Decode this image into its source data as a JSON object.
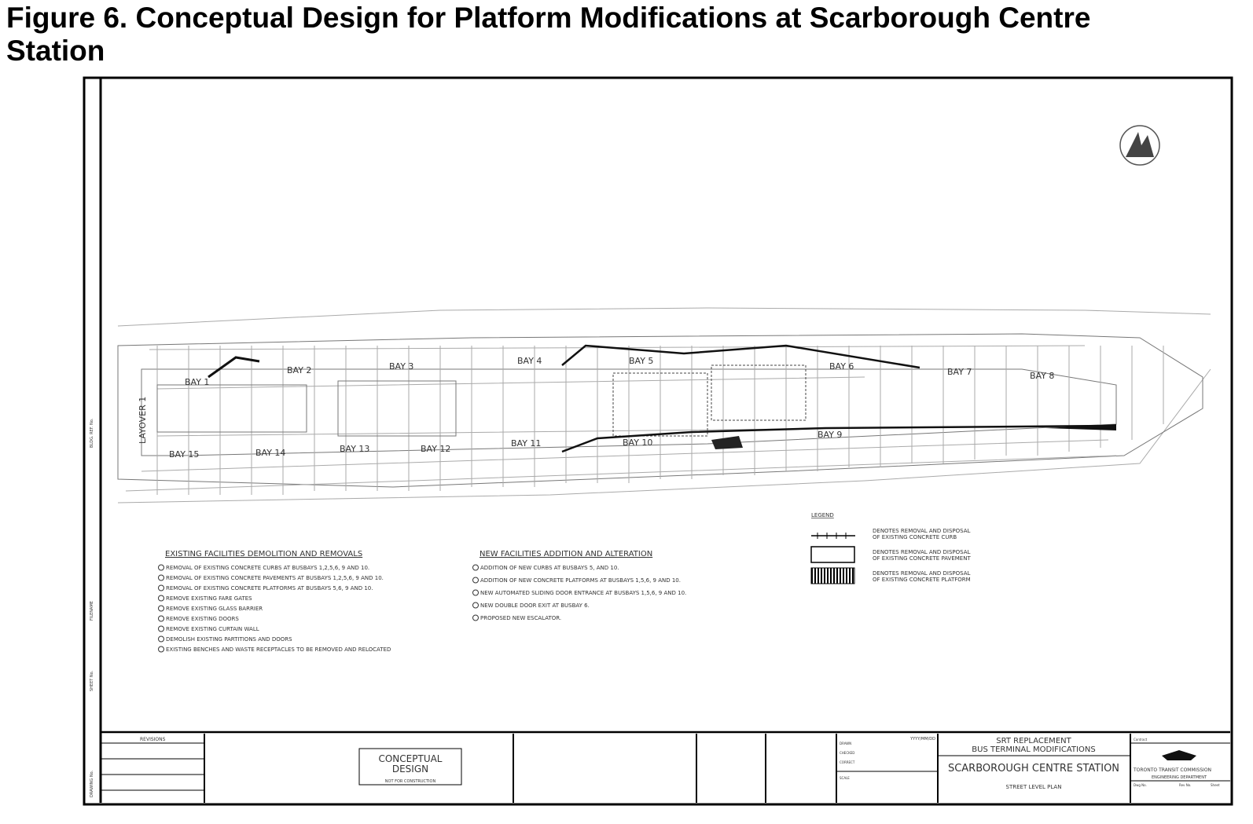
{
  "figure_title_line1": "Figure 6. Conceptual Design for Platform Modifications at Scarborough Centre",
  "figure_title_line2": "Station",
  "plan": {
    "bays": [
      "BAY 1",
      "BAY 2",
      "BAY 3",
      "BAY 4",
      "BAY 5",
      "BAY 6",
      "BAY 7",
      "BAY 8",
      "BAY 9",
      "BAY 10",
      "BAY 11",
      "BAY 12",
      "BAY 13",
      "BAY 14",
      "BAY 15"
    ],
    "layover": "LAYOVER 1"
  },
  "demolition": {
    "heading": "EXISTING FACILITIES DEMOLITION AND REMOVALS",
    "items": [
      "REMOVAL OF EXISTING CONCRETE CURBS AT BUSBAYS 1,2,5,6, 9 AND 10.",
      "REMOVAL OF EXISTING CONCRETE PAVEMENTS AT BUSBAYS 1,2,5,6, 9 AND 10.",
      "REMOVAL OF EXISTING CONCRETE PLATFORMS AT BUSBAYS 5,6, 9 AND 10.",
      "REMOVE EXISTING FARE GATES",
      "REMOVE EXISTING GLASS BARRIER",
      "REMOVE EXISTING DOORS",
      "REMOVE EXISTING CURTAIN WALL",
      "DEMOLISH EXISTING PARTITIONS AND DOORS",
      "EXISTING BENCHES AND WASTE RECEPTACLES TO BE REMOVED AND RELOCATED"
    ]
  },
  "addition": {
    "heading": "NEW FACILITIES ADDITION AND ALTERATION",
    "items": [
      "ADDITION OF NEW CURBS AT BUSBAYS 5, AND 10.",
      "ADDITION OF NEW CONCRETE PLATFORMS AT BUSBAYS 1,5,6, 9 AND 10.",
      "NEW AUTOMATED SLIDING DOOR ENTRANCE AT BUSBAYS 1,5,6, 9 AND 10.",
      "NEW DOUBLE DOOR EXIT AT BUSBAY 6.",
      "PROPOSED NEW ESCALATOR."
    ]
  },
  "legend": {
    "heading": "LEGEND",
    "items": [
      {
        "line1": "DENOTES REMOVAL AND DISPOSAL",
        "line2": "OF EXISTING CONCRETE CURB"
      },
      {
        "line1": "DENOTES REMOVAL AND DISPOSAL",
        "line2": "OF EXISTING CONCRETE PAVEMENT"
      },
      {
        "line1": "DENOTES REMOVAL AND DISPOSAL",
        "line2": "OF EXISTING CONCRETE PLATFORM"
      }
    ]
  },
  "title_block": {
    "revisions": "REVISIONS",
    "stamp_line1": "CONCEPTUAL",
    "stamp_line2": "DESIGN",
    "stamp_line3": "NOT FOR CONSTRUCTION",
    "drawn": "DRAWN",
    "checked": "CHECKED",
    "correct": "CORRECT",
    "scale": "SCALE",
    "date": "YYYY/MM/DD",
    "project_line1": "SRT REPLACEMENT",
    "project_line2": "BUS TERMINAL MODIFICATIONS",
    "station": "SCARBOROUGH CENTRE STATION",
    "sheet": "STREET LEVEL PLAN",
    "contract": "Contract",
    "org_line1": "TORONTO TRANSIT COMMISSION",
    "org_line2": "ENGINEERING DEPARTMENT",
    "dwg_no": "Dwg No.",
    "rev_no": "Rev No.",
    "sheet_no": "Sheet"
  },
  "side_labels": [
    "SHEET No.",
    "FILENAME",
    "BLDG. REF. No.",
    "DRAWING No."
  ]
}
